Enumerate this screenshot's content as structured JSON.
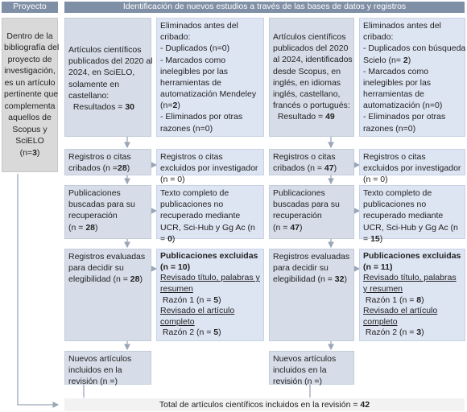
{
  "header": {
    "left": "Proyecto",
    "right": "Identificación de nuevos estudios a través de las bases de datos y registros"
  },
  "project": {
    "lines": [
      "Dentro de la",
      "bibliografía del",
      "proyecto de",
      "investigación,",
      "es un artículo",
      "pertinente que",
      "complementa",
      "aquellos de",
      "Scopus  y",
      "SciELO"
    ],
    "n_label": "(n=",
    "n_value": "3",
    "n_close": ")"
  },
  "scielo": {
    "identified": {
      "lines": [
        "Artículos científicos",
        "publicados del 2020 al",
        "2024, en SciELO,",
        "solamente en",
        "castellano:"
      ],
      "result_label": "Resultados = ",
      "result_value": "30"
    },
    "removed": {
      "lines": [
        "Eliminados antes del",
        "cribado:",
        " - Duplicados (n=0)",
        " - Marcados como",
        "inelegibles por las",
        "herramientas de",
        "automatización Mendeley",
        "(n=",
        "2",
        ")",
        " - Eliminados por otras",
        "razones (n=0)"
      ]
    },
    "screened": {
      "text": "Registros o citas cribados (n =",
      "value": "28",
      "close": ")"
    },
    "excluded": {
      "text": "Registros o citas excluidos por investigador (n = 0)"
    },
    "sought": {
      "text": "Publicaciones buscadas para su recuperación",
      "n": "(n = ",
      "value": "28",
      "close": ")"
    },
    "not_retrieved": {
      "text": "Texto completo de publicaciones no recuperado mediante UCR, Sci-Hub y Gg Ac  (n = ",
      "value": "0",
      "close": ")"
    },
    "assessed": {
      "text": "Registros evaluadas para decidir su elegibilidad (n = ",
      "value": "28",
      "close": ")"
    },
    "excluded_pubs": {
      "title": "Publicaciones excluidas (n =",
      "title_value": "10)",
      "reason1_title": "Revisado título, palabras y resumen",
      "reason1": "Razón 1 (n = ",
      "reason1_value": "5",
      "reason1_close": ")",
      "reason2_title": "Revisado el artículo completo",
      "reason2": "Razón 2 (n = ",
      "reason2_value": "5",
      "reason2_close": ")"
    },
    "included": {
      "text": "Nuevos artículos incluidos en la revisión  (n =)"
    }
  },
  "scopus": {
    "identified": {
      "lines": [
        "Artículos científicos",
        "publicados del 2020",
        "al 2024, identificados",
        "desde Scopus, en",
        "inglés, en idiomas",
        "inglés, castellano,",
        "francés o portugués:"
      ],
      "result_label": "Resultado = ",
      "result_value": "49"
    },
    "removed": {
      "lines": [
        "Eliminados antes del",
        "cribado:",
        " - Duplicados con búsqueda",
        "Scielo (n= ",
        "2",
        ")",
        " - Marcados como",
        "inelegibles por las",
        "herramientas de",
        "automatización (n=0)",
        " - Eliminados por otras",
        "razones (n=0)"
      ]
    },
    "screened": {
      "text": "Registros o citas cribados (n = ",
      "value": "47",
      "close": ")"
    },
    "excluded": {
      "text": "Registros o citas excluidos por investigador (n = 0)"
    },
    "sought": {
      "text": "Publicaciones buscadas para su recuperación",
      "n": "(n = ",
      "value": "47",
      "close": ")"
    },
    "not_retrieved": {
      "text": "Texto completo de publicaciones no recuperado mediante UCR, Sci-Hub y Gg Ac  (n = ",
      "value": "15",
      "close": ")"
    },
    "assessed": {
      "text": "Registros evaluadas para decidir su elegibilidad (n = ",
      "value": "32",
      "close": ")"
    },
    "excluded_pubs": {
      "title": "Publicaciones excluidas (n =",
      "title_value": "11)",
      "reason1_title": "Revisado título, palabras y resumen",
      "reason1": "Razón 1 (n = ",
      "reason1_value": "8",
      "reason1_close": ")",
      "reason2_title": "Revisado el artículo completo",
      "reason2": "Razón 2 (n = ",
      "reason2_value": "3",
      "reason2_close": ")"
    },
    "included": {
      "text": "Nuevos artículos incluidos en la revisión  (n =)"
    }
  },
  "total": {
    "label": "Total de artículos científicos incluidos en la revisión  = ",
    "value": "42"
  }
}
